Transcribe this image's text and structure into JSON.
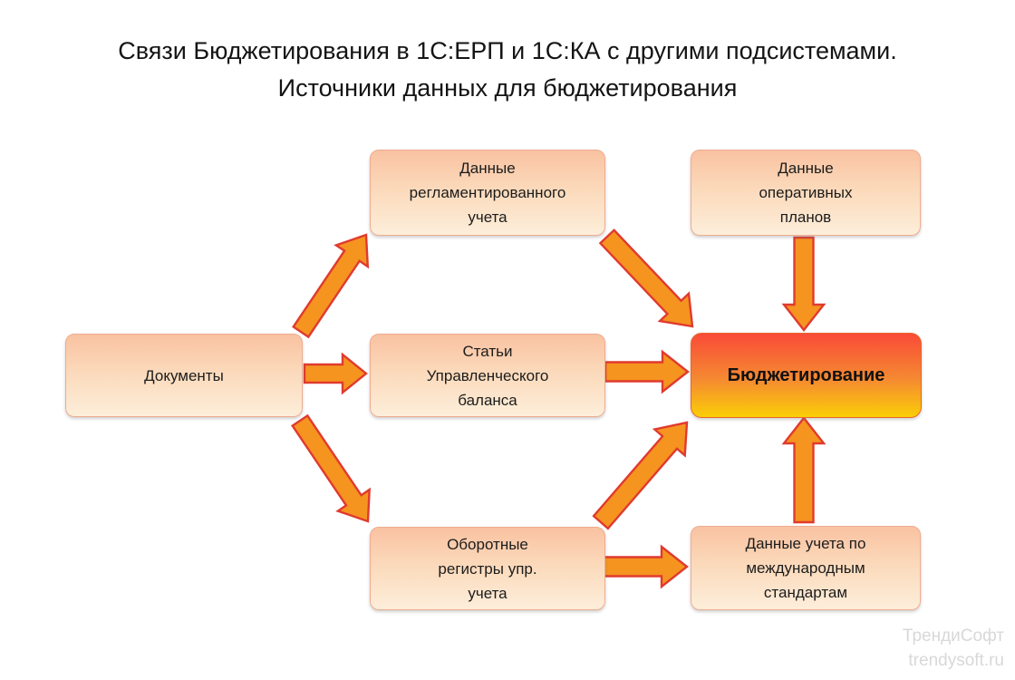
{
  "title": {
    "line1": "Связи Бюджетирования в 1С:ЕРП и 1С:КА с другими подсистемами.",
    "line2": "Источники данных для бюджетирования"
  },
  "nodes": {
    "documents": {
      "label": "Документы"
    },
    "regulated": {
      "label": "Данные\nрегламентированного\nучета"
    },
    "balance": {
      "label": "Статьи\nУправленческого\nбаланса"
    },
    "turnover": {
      "label": "Оборотные\nрегистры упр.\nучета"
    },
    "plans": {
      "label": "Данные\nоперативных\nпланов"
    },
    "budgeting": {
      "label": "Бюджетирование"
    },
    "intl": {
      "label": "Данные учета по\nмеждународным\nстандартам"
    }
  },
  "edges": [
    {
      "from": "documents",
      "to": "regulated"
    },
    {
      "from": "documents",
      "to": "balance"
    },
    {
      "from": "documents",
      "to": "turnover"
    },
    {
      "from": "regulated",
      "to": "budgeting"
    },
    {
      "from": "balance",
      "to": "budgeting"
    },
    {
      "from": "turnover",
      "to": "budgeting"
    },
    {
      "from": "plans",
      "to": "budgeting"
    },
    {
      "from": "intl",
      "to": "budgeting"
    },
    {
      "from": "turnover",
      "to": "intl"
    }
  ],
  "colors": {
    "arrow_fill": "#f5941f",
    "arrow_outline": "#e03a2f",
    "node_gradient_top": "#f9c2a1",
    "node_gradient_bottom": "#fdeeda",
    "budget_gradient_top": "#f94b38",
    "budget_gradient_bottom": "#fbce08",
    "watermark_text": "#d8d8d8",
    "background": "#ffffff"
  },
  "watermark": {
    "line1": "ТрендиСофт",
    "line2": "trendysoft.ru"
  }
}
